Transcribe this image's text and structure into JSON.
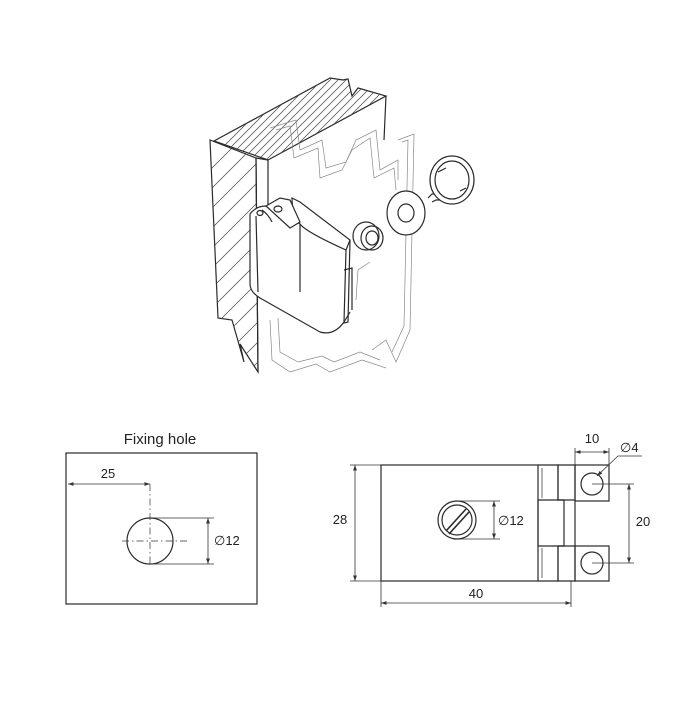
{
  "fixing_hole": {
    "title": "Fixing hole",
    "dim_offset": "25",
    "dim_diameter": "∅12"
  },
  "clip_dimensions": {
    "width": "40",
    "height": "28",
    "lug_width": "10",
    "lug_hole": "∅4",
    "hole_spacing": "20",
    "knob_diameter": "∅12"
  },
  "colors": {
    "line": "#2a2a2a",
    "background": "#ffffff"
  },
  "icons": {
    "arrow": "dimension-arrow",
    "slot": "screw-slot"
  }
}
